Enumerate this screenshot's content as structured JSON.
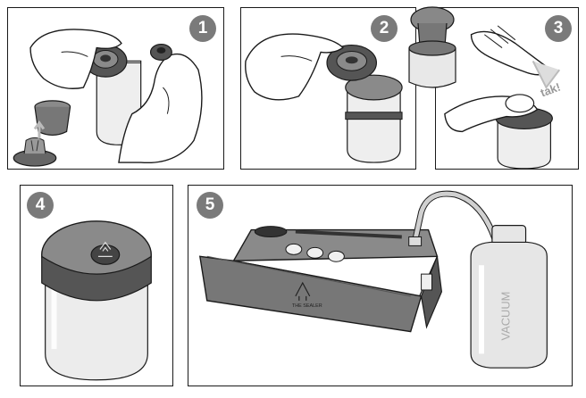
{
  "steps": [
    {
      "number": "1"
    },
    {
      "number": "2"
    },
    {
      "number": "3",
      "sound": "tak!"
    },
    {
      "number": "4"
    },
    {
      "number": "5",
      "brand": "THE SEALER",
      "container_label": "VACUUM"
    }
  ],
  "colors": {
    "outline": "#1a1a1a",
    "dark_gray": "#555555",
    "mid_gray": "#8a8a8a",
    "light_gray": "#cfcfcf",
    "badge": "#7a7a7a"
  }
}
